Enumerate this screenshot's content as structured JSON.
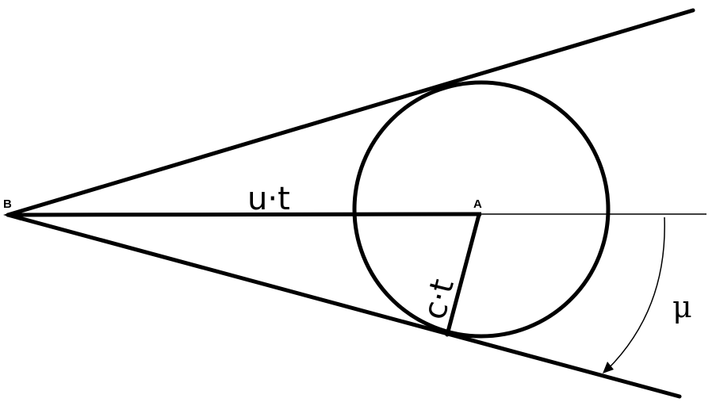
{
  "points": {
    "B": "B",
    "A": "A"
  },
  "labels": {
    "velocity_distance": "u·t",
    "sound_radius": "c·t",
    "mach_angle": "μ"
  },
  "colors": {
    "stroke": "#000000",
    "background": "#ffffff"
  }
}
